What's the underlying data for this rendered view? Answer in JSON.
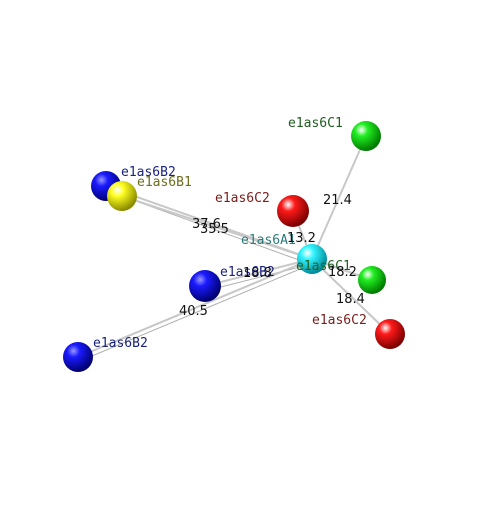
{
  "molecule": {
    "atoms": {
      "center": {
        "label": "e1as6A1",
        "color": "#00e5ee"
      },
      "c1_top": {
        "label": "e1as6C1",
        "color": "#00dd00"
      },
      "c1_right": {
        "label": "e1as6C1",
        "color": "#00dd00"
      },
      "c2_mid": {
        "label": "e1as6C2",
        "color": "#ee0000"
      },
      "c2_low": {
        "label": "e1as6C2",
        "color": "#ee0000"
      },
      "b2_left": {
        "label": "e1as6B2",
        "color": "#0000ee"
      },
      "b1_left": {
        "label": "e1as6B1",
        "color": "#eeee00"
      },
      "b2_mid": {
        "label": "e1as6B2",
        "color": "#0000ee"
      },
      "b2_low": {
        "label": "e1as6B2",
        "color": "#0000ee"
      }
    },
    "distances": {
      "c1_top": "21.4",
      "c2_mid": "13.2",
      "c1_right": "18.2",
      "c2_low": "18.4",
      "b2_left": "37.6",
      "b1_left": "35.5",
      "b2_mid": "18.8",
      "b2_low": "40.5"
    },
    "label_colors": {
      "blue": "#1a237e",
      "yellow": "#6d6d1e",
      "red": "#7b1c1c",
      "green": "#1f5f1f",
      "cyan": "#2a7a7a"
    }
  }
}
